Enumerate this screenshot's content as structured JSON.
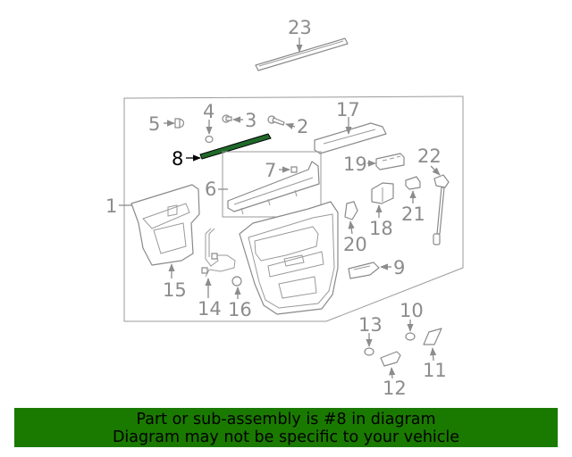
{
  "diagram": {
    "callouts": [
      "23",
      "17",
      "4",
      "3",
      "5",
      "2",
      "8",
      "7",
      "19",
      "22",
      "6",
      "1",
      "21",
      "18",
      "20",
      "9",
      "15",
      "14",
      "16",
      "13",
      "10",
      "11",
      "12"
    ],
    "highlighted_callout": "8",
    "colors": {
      "line": "#8a8a8a",
      "highlight_part": "#1f6a2a",
      "highlight_label": "#000000"
    }
  },
  "banner": {
    "line1": "Part or sub-assembly is #8 in diagram",
    "line2": "Diagram may not be specific to your vehicle",
    "color": "#1a7a00"
  }
}
